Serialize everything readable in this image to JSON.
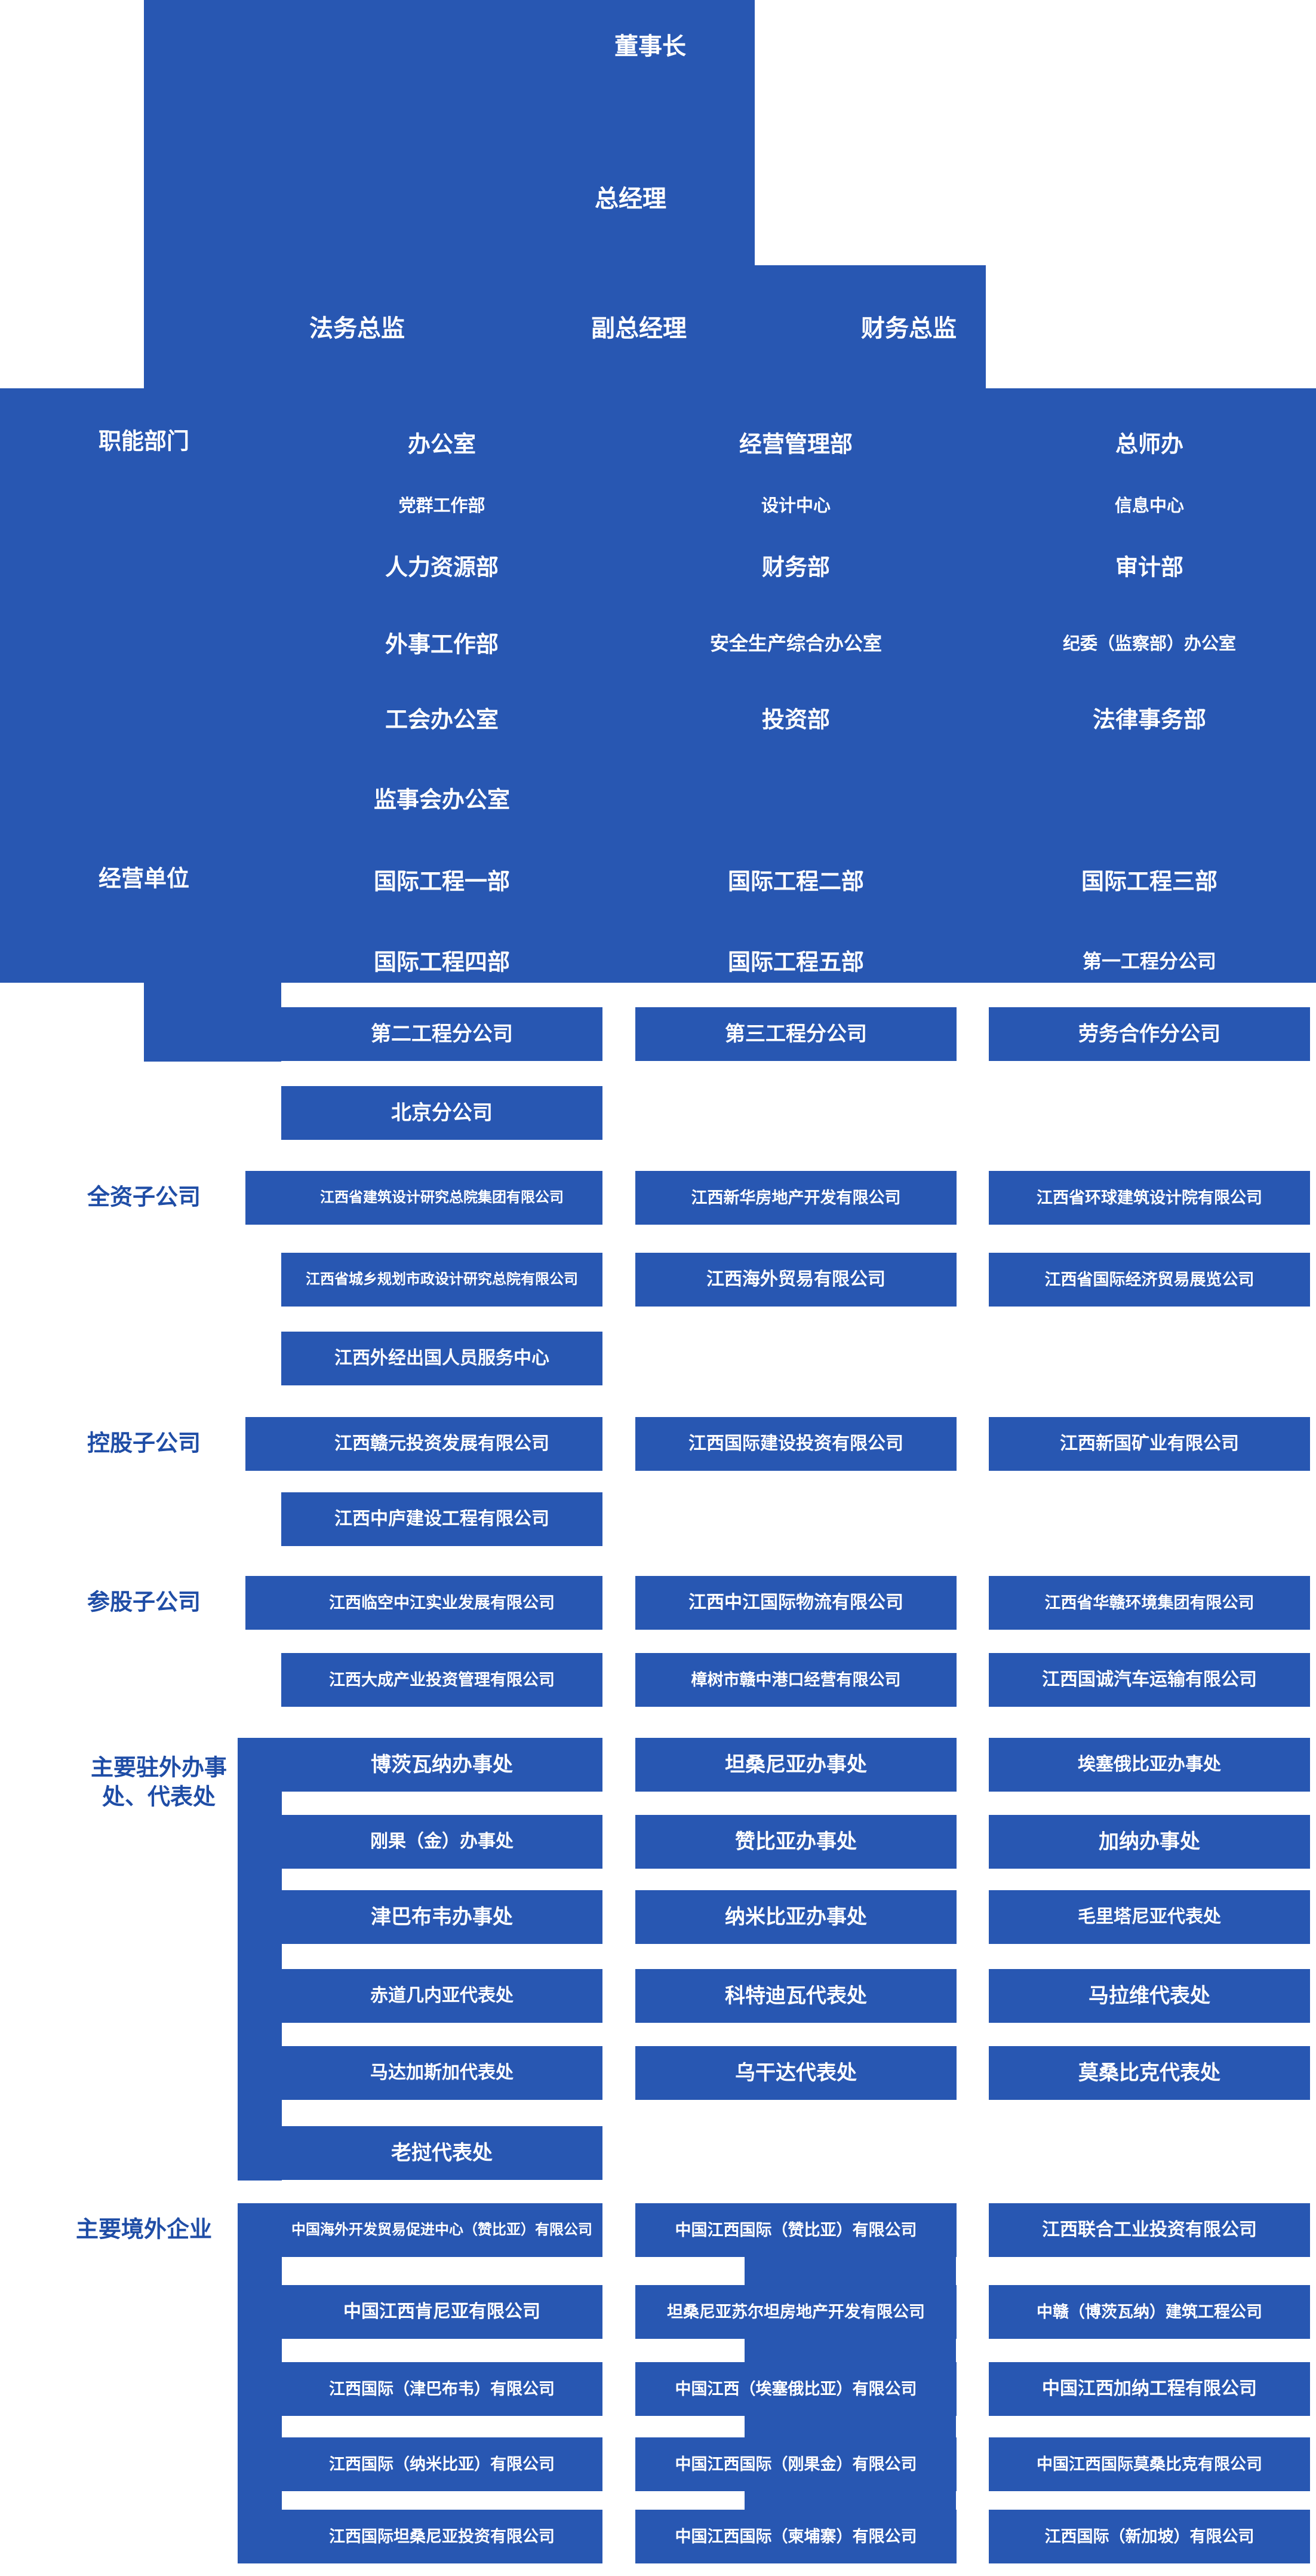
{
  "colors": {
    "primary_blue": "#2857b2",
    "label_text_blue": "#1f4da6",
    "node_text": "#ffffff",
    "background": "#ffffff"
  },
  "titles": {
    "chairman": "董事长",
    "general_manager": "总经理",
    "legal_director": "法务总监",
    "deputy_general_manager": "副总经理",
    "finance_director": "财务总监"
  },
  "sections": [
    {
      "key": "functional",
      "label": "职能部门",
      "rows": [
        [
          "办公室",
          "经营管理部",
          "总师办"
        ],
        [
          "党群工作部",
          "设计中心",
          "信息中心"
        ],
        [
          "人力资源部",
          "财务部",
          "审计部"
        ],
        [
          "外事工作部",
          "安全生产综合办公室",
          "纪委（监察部）办公室"
        ],
        [
          "工会办公室",
          "投资部",
          "法律事务部"
        ],
        [
          "监事会办公室",
          null,
          null
        ]
      ]
    },
    {
      "key": "operating",
      "label": "经营单位",
      "rows": [
        [
          "国际工程一部",
          "国际工程二部",
          "国际工程三部"
        ],
        [
          "国际工程四部",
          "国际工程五部",
          "第一工程分公司"
        ],
        [
          "第二工程分公司",
          "第三工程分公司",
          "劳务合作分公司"
        ],
        [
          "北京分公司",
          null,
          null
        ]
      ]
    },
    {
      "key": "wholly_owned",
      "label": "全资子公司",
      "rows": [
        [
          "江西省建筑设计研究总院集团有限公司",
          "江西新华房地产开发有限公司",
          "江西省环球建筑设计院有限公司"
        ],
        [
          "江西省城乡规划市政设计研究总院有限公司",
          "江西海外贸易有限公司",
          "江西省国际经济贸易展览公司"
        ],
        [
          "江西外经出国人员服务中心",
          null,
          null
        ]
      ]
    },
    {
      "key": "holding",
      "label": "控股子公司",
      "rows": [
        [
          "江西赣元投资发展有限公司",
          "江西国际建设投资有限公司",
          "江西新国矿业有限公司"
        ],
        [
          "江西中庐建设工程有限公司",
          null,
          null
        ]
      ]
    },
    {
      "key": "minority",
      "label": "参股子公司",
      "rows": [
        [
          "江西临空中江实业发展有限公司",
          "江西中江国际物流有限公司",
          "江西省华赣环境集团有限公司"
        ],
        [
          "江西大成产业投资管理有限公司",
          "樟树市赣中港口经营有限公司",
          "江西国诚汽车运输有限公司"
        ]
      ]
    },
    {
      "key": "overseas_offices",
      "label": "主要驻外办事处、代表处",
      "rows": [
        [
          "博茨瓦纳办事处",
          "坦桑尼亚办事处",
          "埃塞俄比亚办事处"
        ],
        [
          "刚果（金）办事处",
          "赞比亚办事处",
          "加纳办事处"
        ],
        [
          "津巴布韦办事处",
          "纳米比亚办事处",
          "毛里塔尼亚代表处"
        ],
        [
          "赤道几内亚代表处",
          "科特迪瓦代表处",
          "马拉维代表处"
        ],
        [
          "马达加斯加代表处",
          "乌干达代表处",
          "莫桑比克代表处"
        ],
        [
          "老挝代表处",
          null,
          null
        ]
      ]
    },
    {
      "key": "overseas_enterprises",
      "label": "主要境外企业",
      "rows": [
        [
          "中国海外开发贸易促进中心（赞比亚）有限公司",
          "中国江西国际（赞比亚）有限公司",
          "江西联合工业投资有限公司"
        ],
        [
          "中国江西肯尼亚有限公司",
          "坦桑尼亚苏尔坦房地产开发有限公司",
          "中赣（博茨瓦纳）建筑工程公司"
        ],
        [
          "江西国际（津巴布韦）有限公司",
          "中国江西（埃塞俄比亚）有限公司",
          "中国江西加纳工程有限公司"
        ],
        [
          "江西国际（纳米比亚）有限公司",
          "中国江西国际（刚果金）有限公司",
          "中国江西国际莫桑比克有限公司"
        ],
        [
          "江西国际坦桑尼亚投资有限公司",
          "中国江西国际（柬埔寨）有限公司",
          "江西国际（新加坡）有限公司"
        ]
      ]
    }
  ]
}
